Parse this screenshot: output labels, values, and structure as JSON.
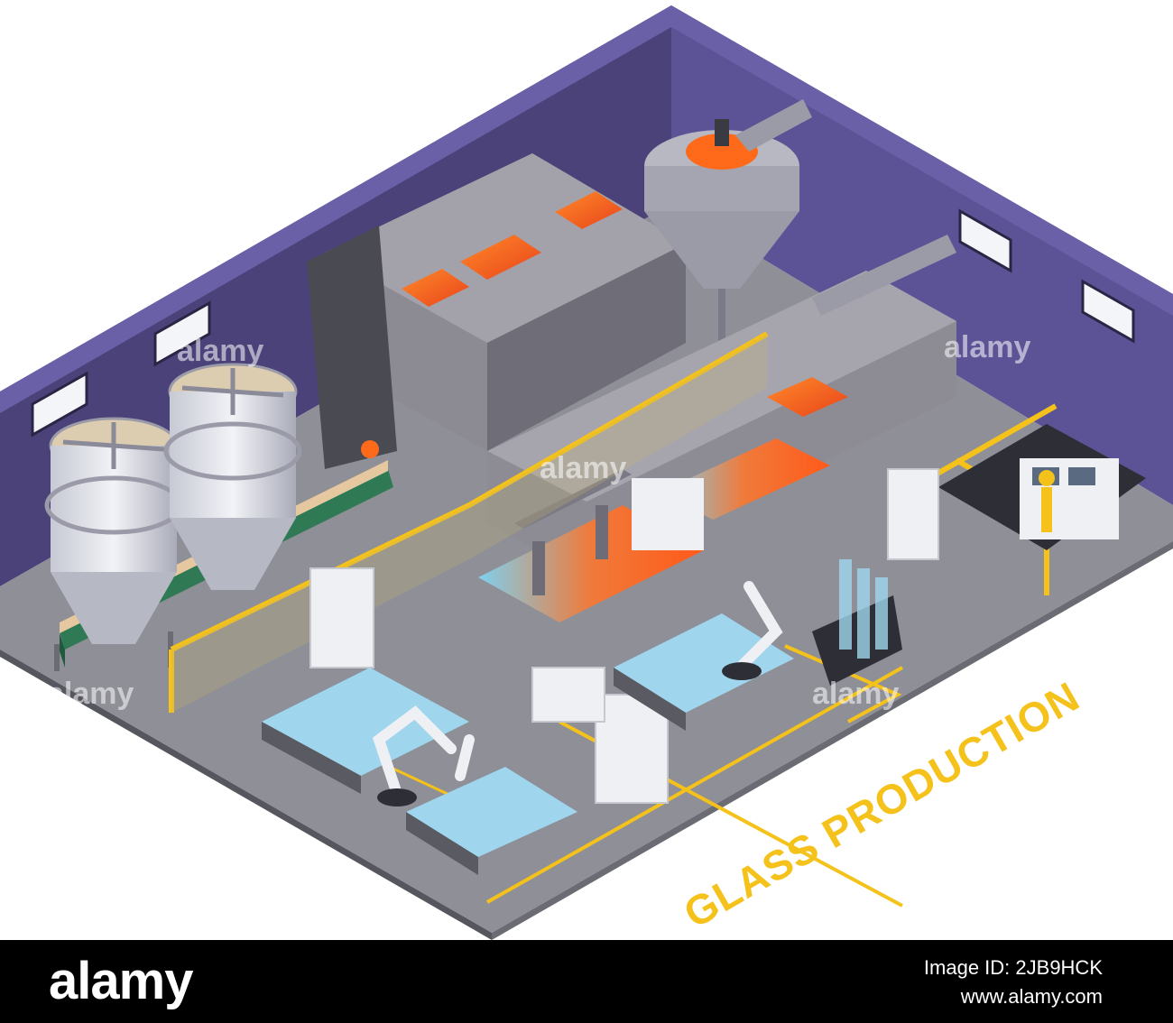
{
  "illustration": {
    "caption": "GLASS PRODUCTION",
    "watermark": "alamy",
    "colors": {
      "wall": "#5a4f8c",
      "wall_dark": "#3f3868",
      "floor": "#8f9098",
      "machine": "#8c8b94",
      "molten": "#f05a1e",
      "safety_yellow": "#f4c21a",
      "conveyor_green": "#2f7a55",
      "glass": "#9fd6ee",
      "cabinet": "#eef0f4"
    }
  },
  "footer": {
    "brand": "alamy",
    "image_id_line": "Image ID: 2JB9HCK",
    "site_line": "www.alamy.com"
  }
}
